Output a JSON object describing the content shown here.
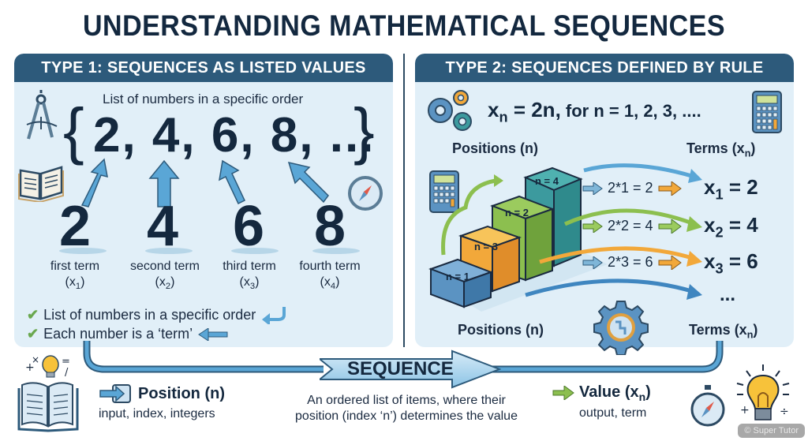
{
  "title": "UNDERSTANDING MATHEMATICAL SEQUENCES",
  "colors": {
    "header_bg": "#2d5a7b",
    "panel_bg": "#e1eff8",
    "arrow_blue": "#5aa6d6",
    "green": "#8cbf4f",
    "orange": "#f2a83a",
    "teal": "#3c9a9e",
    "step_blue": "#5b93c2",
    "text_dark": "#14283e"
  },
  "type1": {
    "header": "TYPE 1: SEQUENCES AS LISTED VALUES",
    "caption": "List of numbers in a specific order",
    "set_open": "{",
    "set_values": "2, 4, 6, 8, ...",
    "set_close": "}",
    "terms": [
      {
        "value": "2",
        "label": "first term",
        "symbol": "x",
        "index": "1"
      },
      {
        "value": "4",
        "label": "second term",
        "symbol": "x",
        "index": "2"
      },
      {
        "value": "6",
        "label": "third term",
        "symbol": "x",
        "index": "3"
      },
      {
        "value": "8",
        "label": "fourth term",
        "symbol": "x",
        "index": "4"
      }
    ],
    "checks": [
      "List of numbers in a specific order",
      "Each number is a ‘term’"
    ],
    "icons": [
      "compass-drawing-icon",
      "open-book-icon",
      "compass-navigation-icon"
    ]
  },
  "type2": {
    "header": "TYPE 2: SEQUENCES DEFINED BY RULE",
    "formula_lhs": "x",
    "formula_sub": "n",
    "formula_rhs": " = 2n,",
    "formula_rest": " for n = 1, 2, 3, ....",
    "positions_label": "Positions (n)",
    "terms_label_prefix": "Terms (x",
    "terms_label_sub": "n",
    "terms_label_suffix": ")",
    "steps": [
      {
        "label": "n = 1",
        "color": "#5b93c2"
      },
      {
        "label": "n = 3",
        "color": "#f2a83a"
      },
      {
        "label": "n = 2",
        "color": "#8cbf4f"
      },
      {
        "label": "n = 4",
        "color": "#3c9a9e"
      }
    ],
    "calculations": [
      {
        "expr": "2*1 = 2",
        "result_sym": "x",
        "result_sub": "1",
        "result_val": "= 2"
      },
      {
        "expr": "2*2 = 4",
        "result_sym": "x",
        "result_sub": "2",
        "result_val": "= 4"
      },
      {
        "expr": "2*3 = 6",
        "result_sym": "x",
        "result_sub": "3",
        "result_val": "= 6"
      }
    ],
    "ellipsis": "...",
    "icons": [
      "gears-icon",
      "calculator-icon",
      "gear-magnifier-icon"
    ]
  },
  "bottom": {
    "sequence_label": "SEQUENCE",
    "definition_line1": "An ordered list of items, where their",
    "definition_line2": "position (index ‘n’) determines the value",
    "position_title": "Position (n)",
    "position_sub": "input, index, integers",
    "value_title_prefix": "Value (x",
    "value_title_sub": "n",
    "value_title_suffix": ")",
    "value_sub": "output, term"
  },
  "watermark": "© Super Tutor"
}
